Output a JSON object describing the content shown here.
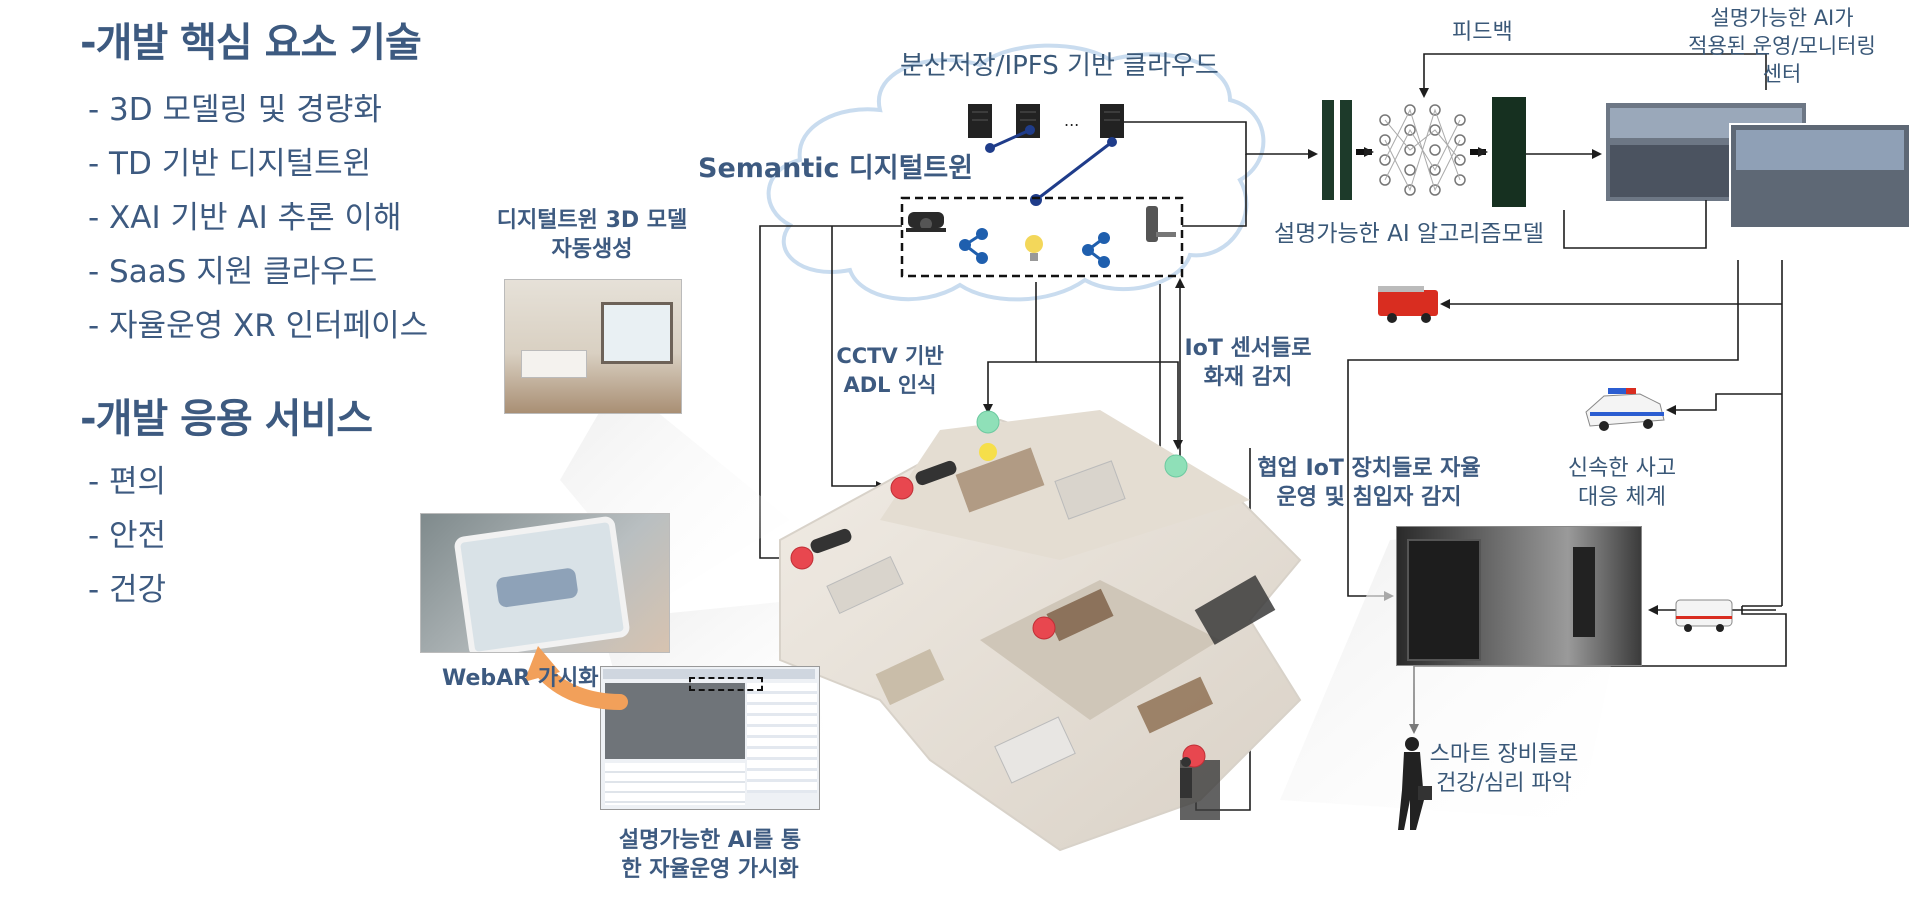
{
  "core_tech": {
    "heading": "-개발 핵심 요소 기술",
    "items": [
      "- 3D 모델링 및 경량화",
      "- TD 기반 디지털트윈",
      "- XAI 기반  AI 추론 이해",
      "- SaaS 지원 클라우드",
      "- 자율운영 XR 인터페이스"
    ]
  },
  "app_services": {
    "heading": "-개발 응용 서비스",
    "items": [
      "- 편의",
      "- 안전",
      "- 건강"
    ]
  },
  "diagram": {
    "cloud_title": "분산저장/IPFS 기반 클라우드",
    "semantic_dt": "Semantic 디지털트윈",
    "ellipsis": "...",
    "feedback": "피드백",
    "xai_model": "설명가능한 AI 알고리즘모델",
    "monitoring_center": [
      "설명가능한 AI가",
      "적용된 운영/모니터링",
      "센터"
    ],
    "dt_3d_model": [
      "디지털트윈 3D 모델",
      "자동생성"
    ],
    "cctv_adl": [
      "CCTV 기반",
      "ADL 인식"
    ],
    "iot_fire": [
      "IoT 센서들로",
      "화재 감지"
    ],
    "collab_iot": [
      "협업 IoT 장치들로 자율",
      "운영 및 침입자 감지"
    ],
    "rapid_response": [
      "신속한 사고",
      "대응 체계"
    ],
    "webar": "WebAR 가시화",
    "xai_visual": [
      "설명가능한 AI를 통",
      "한 자율운영 가시화"
    ],
    "smart_devices": [
      "스마트 장비들로",
      "건강/심리 파악"
    ]
  },
  "colors": {
    "text_blue": "#3d5a80",
    "line": "#1e1e1e",
    "sensor_red": "#e8474f",
    "sensor_green": "#8fe0b8",
    "cloud_stroke": "#c9dcef",
    "node_blue": "#1f3c8a"
  },
  "icons": [
    "server-icon",
    "cctv-camera-icon",
    "share-node-icon",
    "bulb-icon",
    "door-lock-icon",
    "fire-truck-icon",
    "police-car-icon",
    "ambulance-icon",
    "walking-person-icon",
    "neural-network-icon"
  ]
}
